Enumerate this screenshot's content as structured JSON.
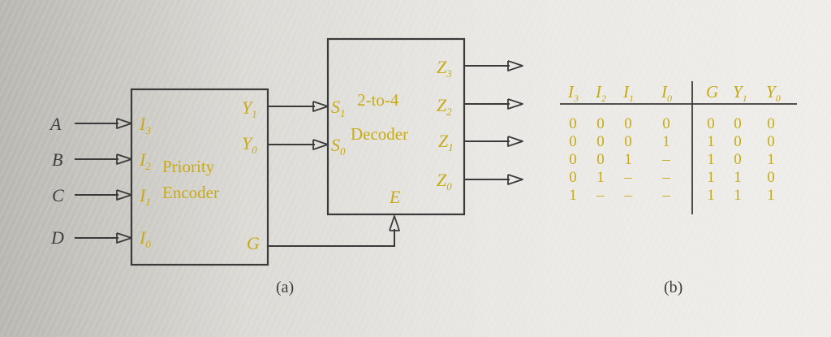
{
  "encoder": {
    "inputs": [
      "A",
      "B",
      "C",
      "D"
    ],
    "input_pins": [
      "I",
      "I",
      "I",
      "I"
    ],
    "input_subs": [
      "3",
      "2",
      "1",
      "0"
    ],
    "name_line1": "Priority",
    "name_line2": "Encoder",
    "outputs": [
      "Y",
      "Y",
      "G"
    ],
    "output_subs": [
      "1",
      "0",
      ""
    ]
  },
  "decoder": {
    "name_line1": "2-to-4",
    "name_line2": "Decoder",
    "select": [
      "S",
      "S"
    ],
    "select_subs": [
      "1",
      "0"
    ],
    "outputs": [
      "Z",
      "Z",
      "Z",
      "Z"
    ],
    "output_subs": [
      "3",
      "2",
      "1",
      "0"
    ],
    "enable": "E"
  },
  "captions": {
    "a": "(a)",
    "b": "(b)"
  },
  "truth_table": {
    "headers": [
      {
        "sym": "I",
        "sub": "3"
      },
      {
        "sym": "I",
        "sub": "2"
      },
      {
        "sym": "I",
        "sub": "1"
      },
      {
        "sym": "I",
        "sub": "0"
      },
      {
        "sym": "G",
        "sub": ""
      },
      {
        "sym": "Y",
        "sub": "1"
      },
      {
        "sym": "Y",
        "sub": "0"
      }
    ],
    "rows": [
      [
        "0",
        "0",
        "0",
        "0",
        "0",
        "0",
        "0"
      ],
      [
        "0",
        "0",
        "0",
        "1",
        "1",
        "0",
        "0"
      ],
      [
        "0",
        "0",
        "1",
        "–",
        "1",
        "0",
        "1"
      ],
      [
        "0",
        "1",
        "–",
        "–",
        "1",
        "1",
        "0"
      ],
      [
        "1",
        "–",
        "–",
        "–",
        "1",
        "1",
        "1"
      ]
    ]
  }
}
